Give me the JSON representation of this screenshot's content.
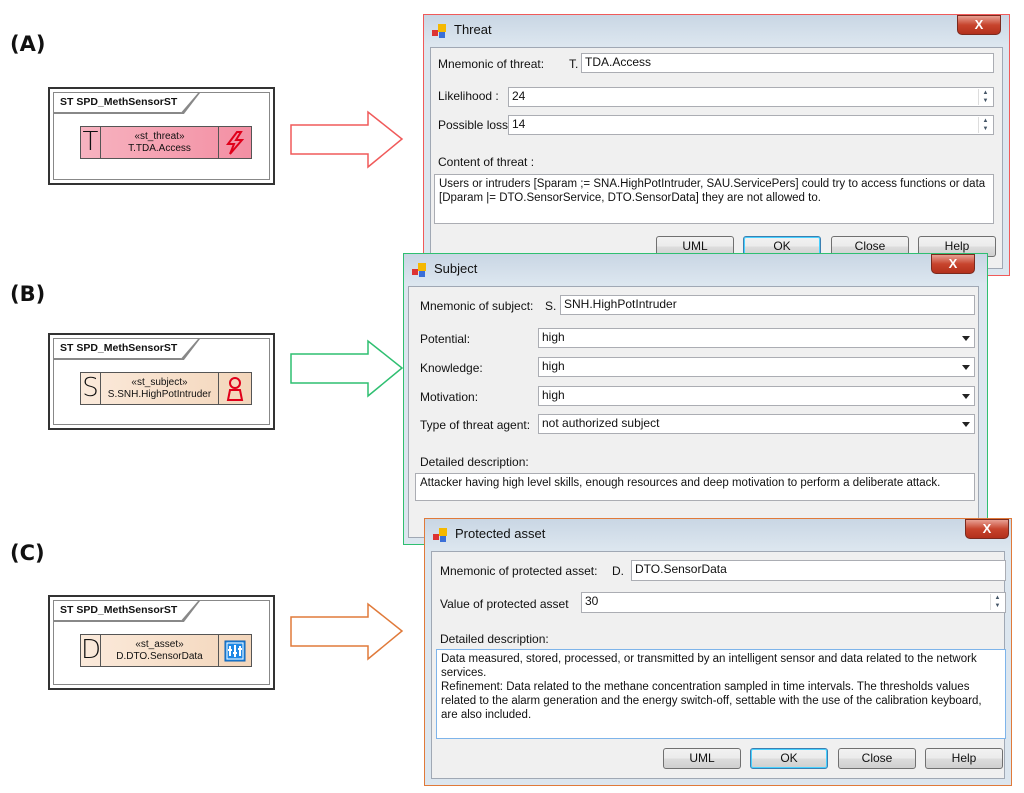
{
  "panels": [
    {
      "label": "(A)",
      "frame_title": "ST SPD_MethSensorST",
      "letter": "T",
      "stereotype": "«st_threat»",
      "name": "T.TDA.Access",
      "icon": "lightning-icon",
      "color": "#f4a7b4",
      "arrow_color": "#f05a5a"
    },
    {
      "label": "(B)",
      "frame_title": "ST SPD_MethSensorST",
      "letter": "S",
      "stereotype": "«st_subject»",
      "name": "S.SNH.HighPotIntruder",
      "icon": "person-icon",
      "color": "#f7e1cc",
      "arrow_color": "#2fbf71"
    },
    {
      "label": "(C)",
      "frame_title": "ST SPD_MethSensorST",
      "letter": "D",
      "stereotype": "«st_asset»",
      "name": "D.DTO.SensorData",
      "icon": "data-asset-icon",
      "color": "#f7e1cc",
      "arrow_color": "#e07a3a"
    }
  ],
  "threat_dialog": {
    "title": "Threat",
    "close": "X",
    "mnemonic_label": "Mnemonic of threat:",
    "mnemonic_prefix": "T.",
    "mnemonic_value": "TDA.Access",
    "likelihood_label": "Likelihood :",
    "likelihood_value": "24",
    "loss_label": "Possible loss :",
    "loss_value": "14",
    "content_label": "Content of threat :",
    "content_value": "Users or intruders [Sparam ;= SNA.HighPotIntruder, SAU.ServicePers] could try to access functions or data [Dparam |= DTO.SensorService, DTO.SensorData] they are not allowed to.",
    "buttons": {
      "uml": "UML",
      "ok": "OK",
      "close": "Close",
      "help": "Help"
    }
  },
  "subject_dialog": {
    "title": "Subject",
    "close": "X",
    "mnemonic_label": "Mnemonic of subject:",
    "mnemonic_prefix": "S.",
    "mnemonic_value": "SNH.HighPotIntruder",
    "potential_label": "Potential:",
    "potential_value": "high",
    "knowledge_label": "Knowledge:",
    "knowledge_value": "high",
    "motivation_label": "Motivation:",
    "motivation_value": "high",
    "type_label": "Type of threat agent:",
    "type_value": "not authorized subject",
    "desc_label": "Detailed description:",
    "desc_value": "Attacker having high level skills, enough resources and deep motivation to perform a deliberate attack."
  },
  "asset_dialog": {
    "title": "Protected asset",
    "close": "X",
    "mnemonic_label": "Mnemonic of protected asset:",
    "mnemonic_prefix": "D.",
    "mnemonic_value": "DTO.SensorData",
    "value_label": "Value of protected asset",
    "value_value": "30",
    "desc_label": "Detailed description:",
    "desc_value": "Data measured, stored, processed, or transmitted by an intelligent sensor and data related to the network services.\nRefinement: Data related to the methane concentration sampled in time intervals. The thresholds values related to the alarm generation and the energy switch-off, settable with the use of the calibration keyboard, are also included.",
    "buttons": {
      "uml": "UML",
      "ok": "OK",
      "close": "Close",
      "help": "Help"
    }
  }
}
